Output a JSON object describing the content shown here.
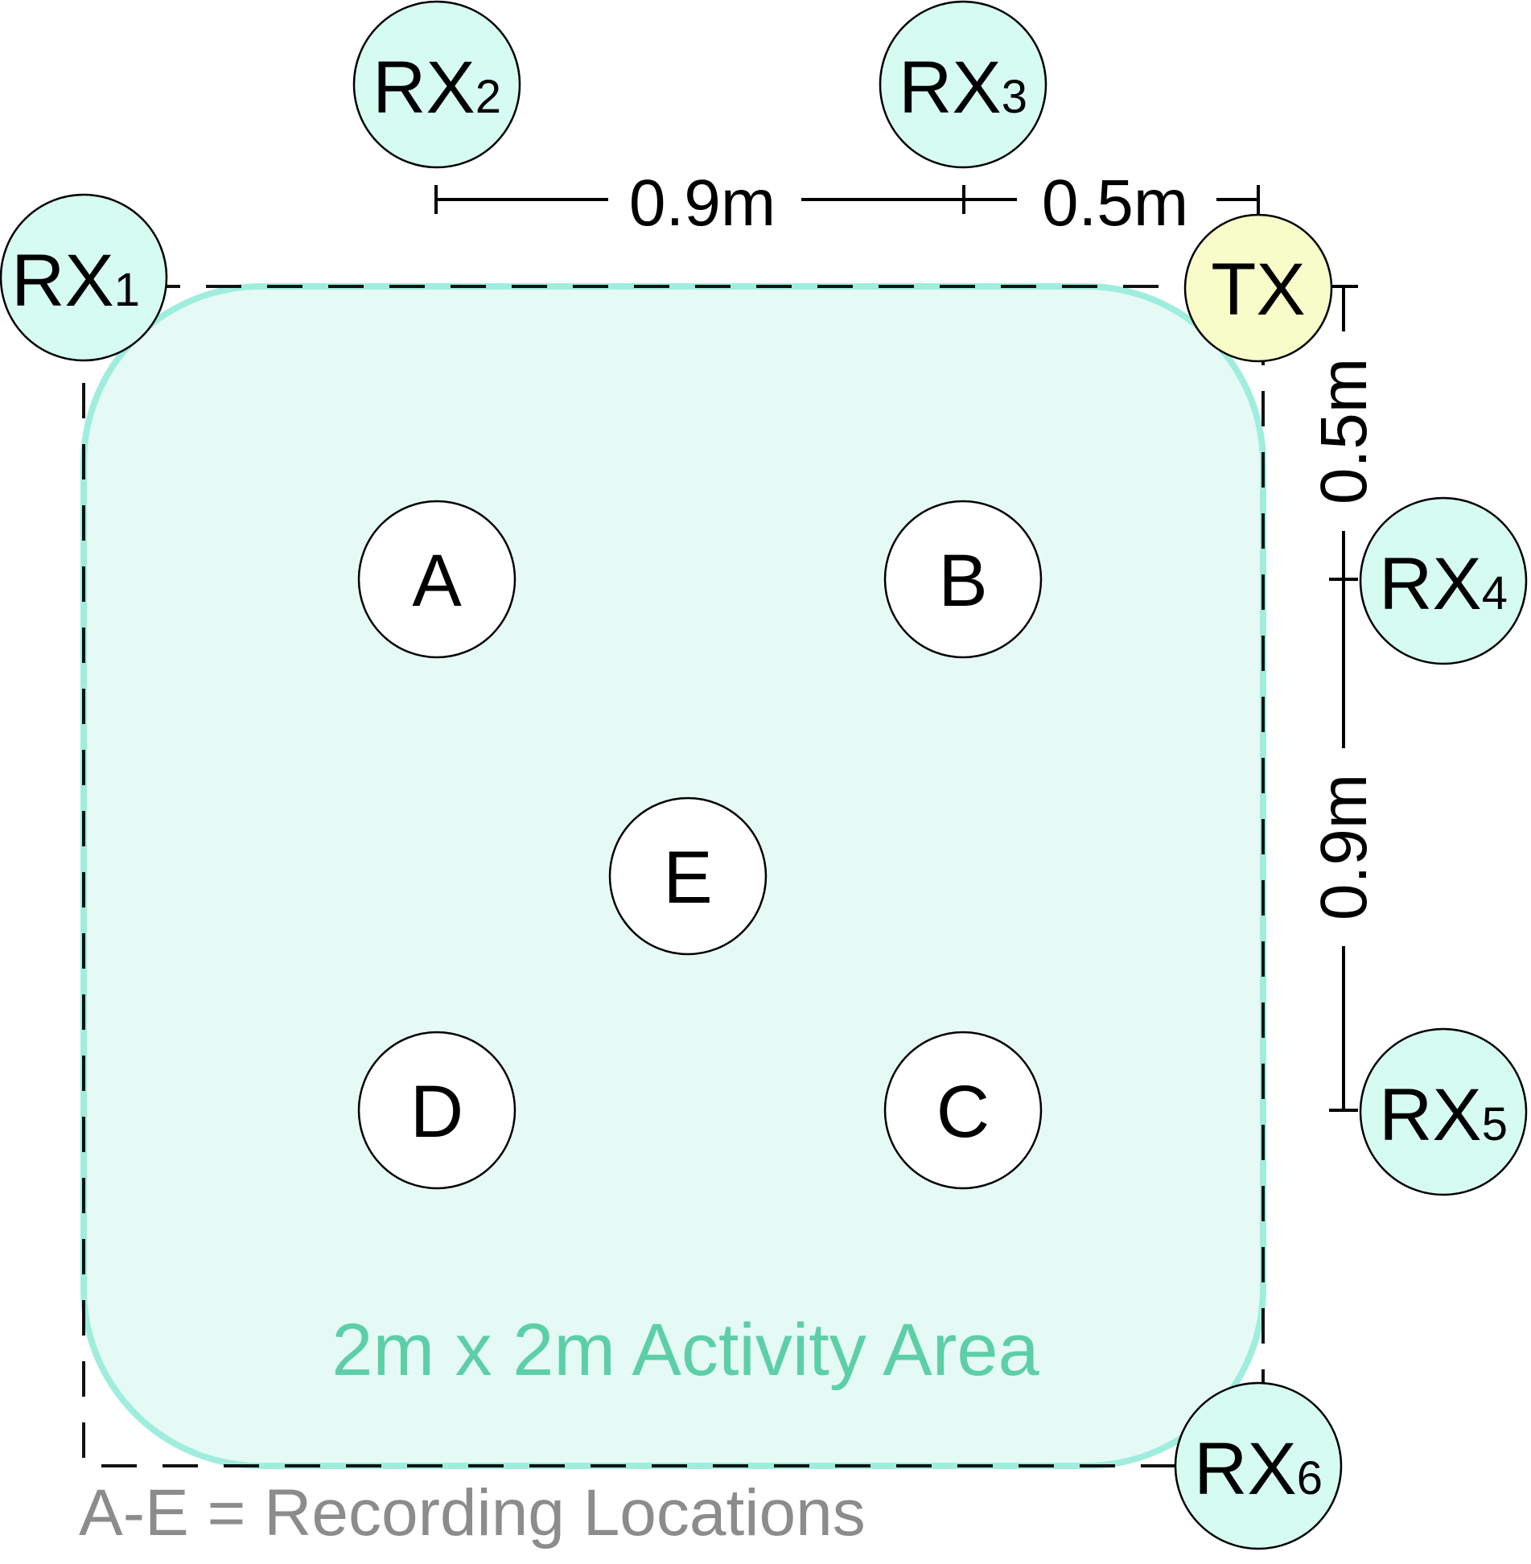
{
  "area": {
    "label": "2m x 2m Activity Area",
    "fill_color": "#e6faf5",
    "stroke_color": "#9feedd",
    "label_color": "#5ccfa7"
  },
  "legend": {
    "text": "A-E = Recording Locations",
    "color": "#8c8c8c"
  },
  "locations": [
    {
      "id": "A",
      "label": "A"
    },
    {
      "id": "B",
      "label": "B"
    },
    {
      "id": "C",
      "label": "C"
    },
    {
      "id": "D",
      "label": "D"
    },
    {
      "id": "E",
      "label": "E"
    }
  ],
  "transmitter": {
    "label": "TX",
    "color": "#f7fcc8"
  },
  "receivers": [
    {
      "id": "rx1",
      "base": "RX",
      "sub": "1"
    },
    {
      "id": "rx2",
      "base": "RX",
      "sub": "2"
    },
    {
      "id": "rx3",
      "base": "RX",
      "sub": "3"
    },
    {
      "id": "rx4",
      "base": "RX",
      "sub": "4"
    },
    {
      "id": "rx5",
      "base": "RX",
      "sub": "5"
    },
    {
      "id": "rx6",
      "base": "RX",
      "sub": "6"
    }
  ],
  "receiver_color": "#d6fcf2",
  "dimensions": {
    "top_left": "0.9m",
    "top_right": "0.5m",
    "right_top": "0.5m",
    "right_bottom": "0.9m"
  }
}
